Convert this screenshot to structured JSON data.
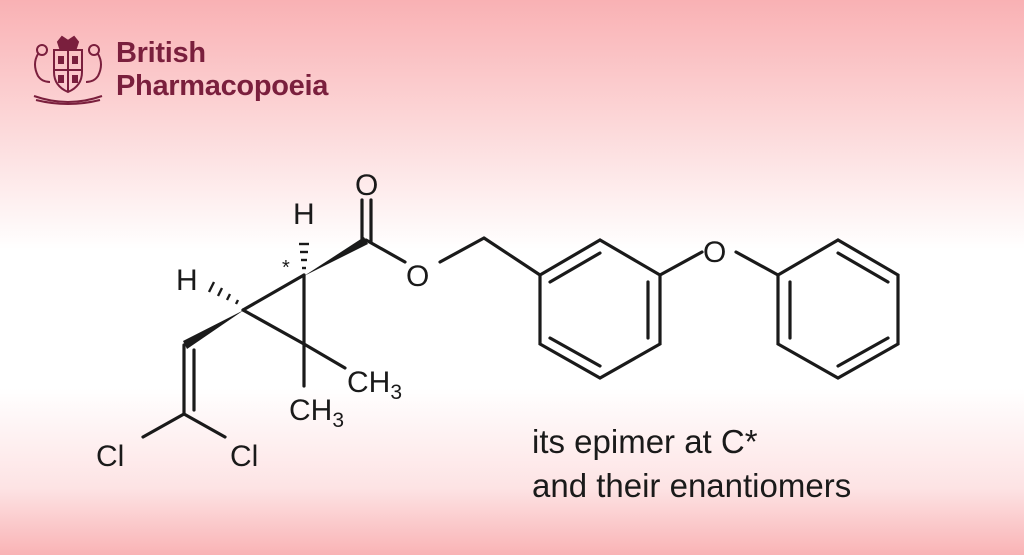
{
  "brand": {
    "line1": "British",
    "line2": "Pharmacopoeia",
    "color": "#7a1f3d"
  },
  "structure": {
    "atoms": {
      "o_carbonyl": "O",
      "o_ester": "O",
      "o_ether": "O",
      "h_top": "H",
      "h_left": "H",
      "ch3_right": "CH",
      "ch3_right_sub": "3",
      "ch3_bottom": "CH",
      "ch3_bottom_sub": "3",
      "cl_left": "Cl",
      "cl_right": "Cl",
      "star": "*"
    }
  },
  "note": {
    "line1": "its epimer at C*",
    "line2": "and their enantiomers"
  }
}
